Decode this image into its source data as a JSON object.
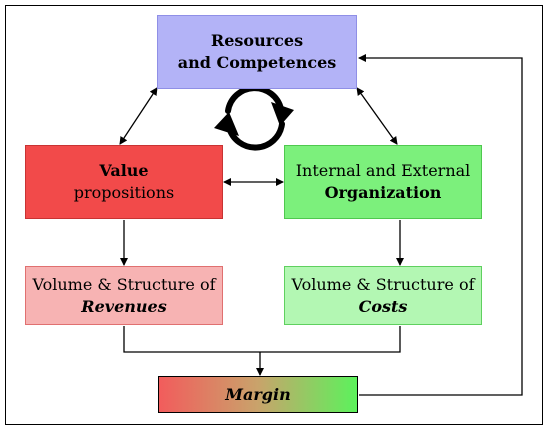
{
  "boxes": {
    "resources": {
      "line1": "Resources",
      "line2": "and Competences"
    },
    "value": {
      "line1": "Value",
      "line2": "propositions"
    },
    "organization": {
      "line1": "Internal and External",
      "line2": "Organization"
    },
    "revenues": {
      "line1": "Volume & Structure of",
      "line2": "Revenues"
    },
    "costs": {
      "line1": "Volume & Structure of",
      "line2": "Costs"
    },
    "margin": {
      "label": "Margin"
    }
  },
  "colors": {
    "resources_fill": "#b3b3f7",
    "value_fill": "#f24a4a",
    "organization_fill": "#7cf07c",
    "revenues_fill": "#f7b3b3",
    "costs_fill": "#b3f7b3",
    "margin_gradient_start": "#f25c5c",
    "margin_gradient_end": "#5cf25c"
  },
  "icons": {
    "cycle": "circular-arrows-icon"
  }
}
